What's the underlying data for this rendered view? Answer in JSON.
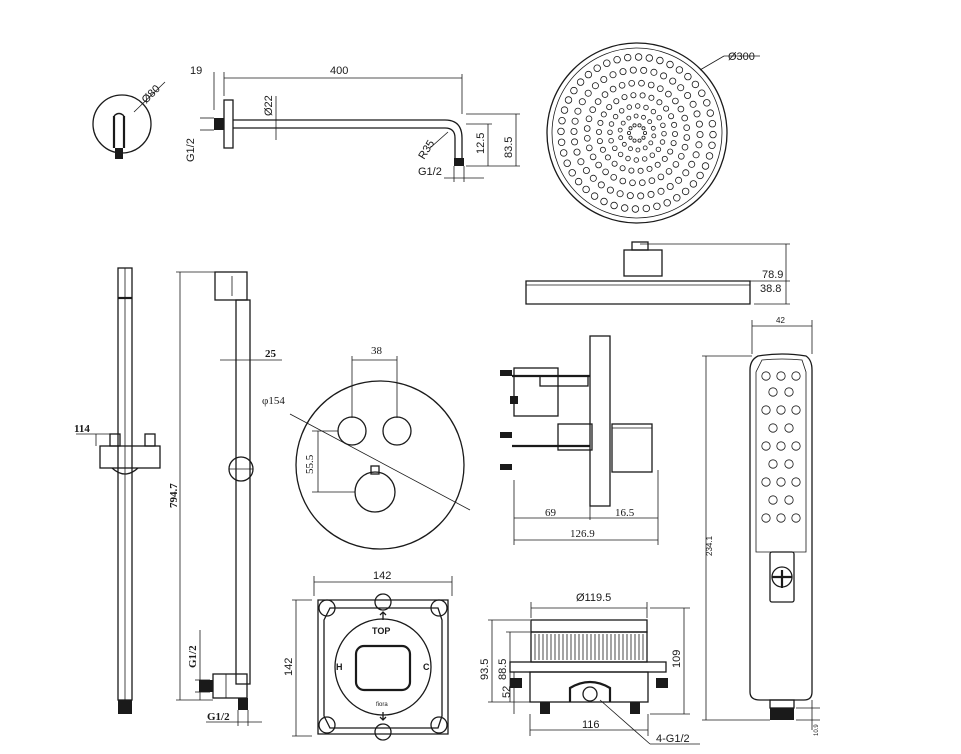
{
  "dimensions": {
    "arm_flange_dia": "Ø80",
    "arm_wall_thickness": "19",
    "arm_length": "400",
    "arm_tube_dia": "Ø22",
    "arm_inlet_thread": "G1/2",
    "arm_bend_radius": "R35",
    "arm_drop": "12.5",
    "arm_total_height": "83.5",
    "arm_outlet_thread": "G1/2",
    "head_dia": "Ø300",
    "head_height": "78.9",
    "head_thickness": "38.8",
    "rail_offset": "114",
    "rail_length": "794.7",
    "rail_width": "25",
    "rail_thread_vertical": "G1/2",
    "rail_thread_horizontal": "G1/2",
    "plate_knob_spacing": "38",
    "plate_dia": "φ154",
    "plate_knob_height": "55.5",
    "valve_body_depth": "69",
    "valve_plate_depth": "16.5",
    "valve_total_depth": "126.9",
    "box_width": "142",
    "box_height": "142",
    "box_label_top": "TOP",
    "box_label_hot": "H",
    "box_label_cold": "C",
    "box_label_brand": "fiora",
    "housing_dia": "Ø119.5",
    "housing_height_total": "109",
    "housing_height_a": "93.5",
    "housing_height_b": "88.5",
    "housing_height_c": "52",
    "housing_width": "116",
    "housing_threads": "4-G1/2",
    "hand_width": "42",
    "hand_length": "234.1",
    "hand_thread_len": "10.9"
  }
}
